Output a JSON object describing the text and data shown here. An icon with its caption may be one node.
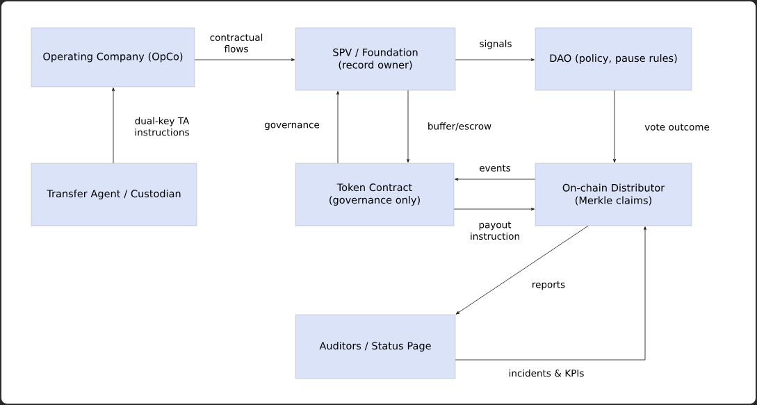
{
  "diagram": {
    "nodes": [
      {
        "text": [
          "Operating Company (OpCo)"
        ]
      },
      {
        "text": [
          "SPV / Foundation (record owner)"
        ]
      },
      {
        "text": [
          "DAO (policy, pause rules)"
        ]
      },
      {
        "text": [
          "Transfer Agent / Custodian"
        ]
      },
      {
        "text": [
          "Token Contract (governance only)"
        ]
      },
      {
        "text": [
          "On-chain Distributor (Merkle claims)"
        ]
      },
      {
        "text": [
          "Auditors / Status Page"
        ]
      }
    ],
    "edges": [
      {
        "from": 0,
        "to": 1,
        "arrow": "to",
        "label": "contractual flows"
      },
      {
        "from": 1,
        "to": 2,
        "arrow": "to",
        "label": "signals"
      },
      {
        "from": 3,
        "to": 0,
        "arrow": "to",
        "label": "dual-key TA instructions"
      },
      {
        "from": 4,
        "to": 1,
        "arrow": "to",
        "label": "governance"
      },
      {
        "from": 1,
        "to": 4,
        "arrow": "to",
        "label": "buffer/escrow"
      },
      {
        "from": 2,
        "to": 5,
        "arrow": "to",
        "label": "vote outcome"
      },
      {
        "from": 5,
        "to": 4,
        "arrow": "to",
        "label": "events"
      },
      {
        "from": 4,
        "to": 5,
        "arrow": "to",
        "label": "payout instruction"
      },
      {
        "from": 5,
        "to": 6,
        "arrow": "to",
        "label": "reports"
      },
      {
        "from": 6,
        "to": 5,
        "arrow": "to",
        "label": "incidents & KPIs"
      }
    ]
  }
}
